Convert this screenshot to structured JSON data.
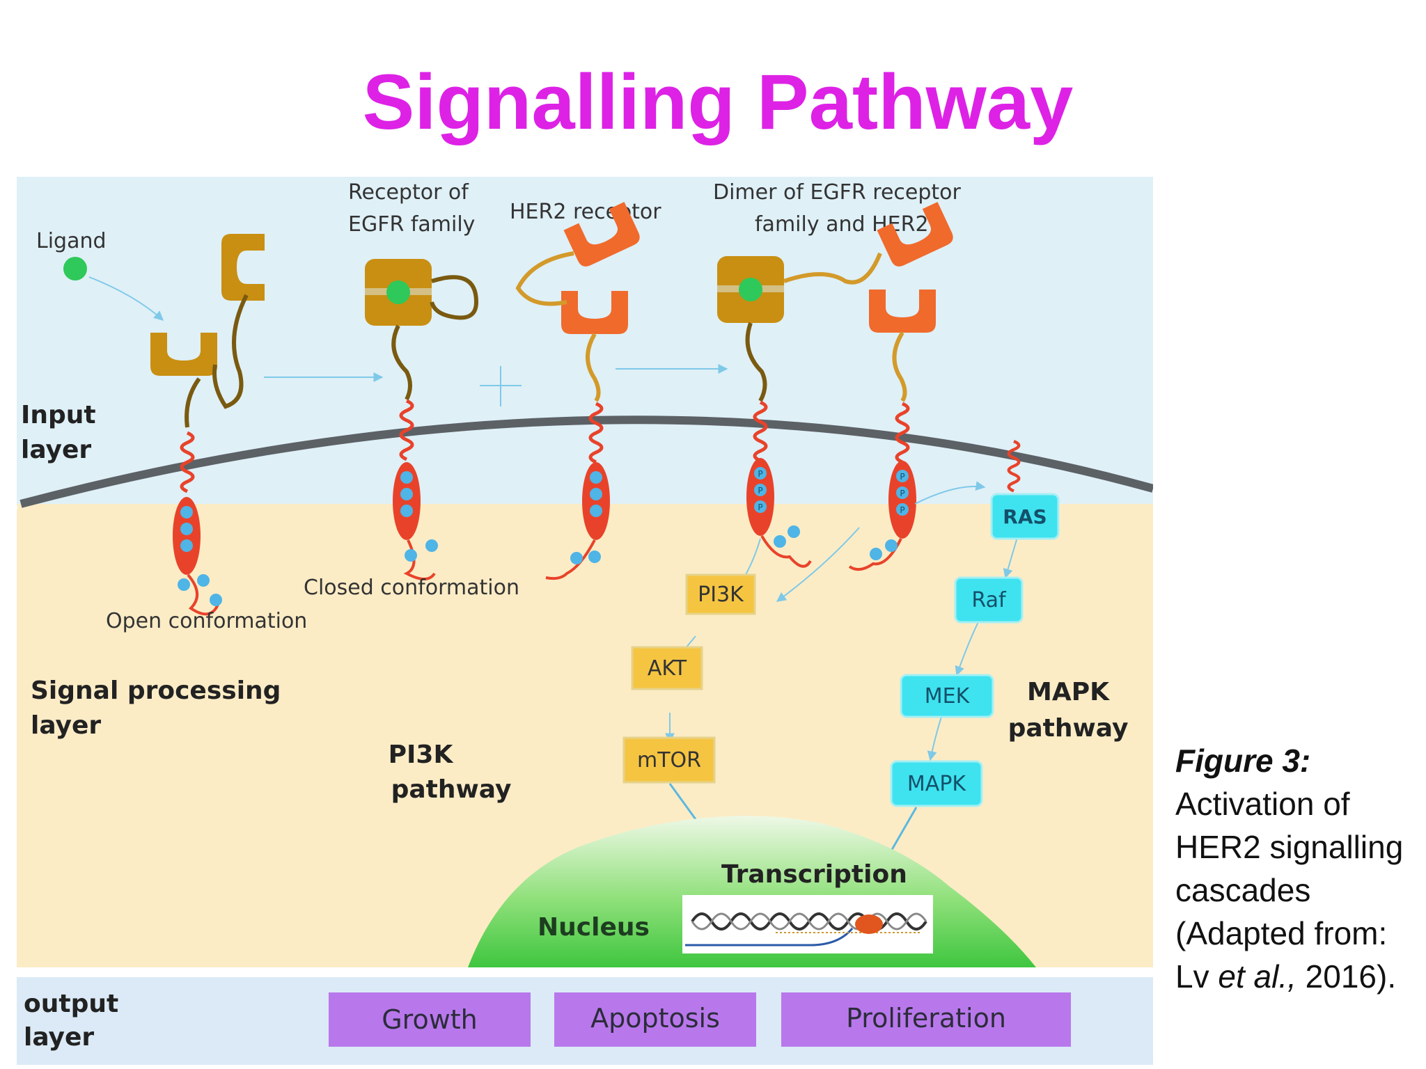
{
  "title": "Signalling Pathway",
  "labels": {
    "ligand": "Ligand",
    "receptor_egfr": [
      "Receptor of",
      "EGFR family"
    ],
    "her2_receptor": "HER2 receptor",
    "dimer": [
      "Dimer of EGFR receptor",
      "family and HER2"
    ],
    "input_layer": [
      "Input",
      "layer"
    ],
    "closed_conformation": "Closed conformation",
    "open_conformation": "Open conformation",
    "signal_processing_layer": [
      "Signal processing",
      "layer"
    ],
    "pi3k_pathway": [
      "PI3K",
      "pathway"
    ],
    "mapk_pathway": [
      "MAPK",
      "pathway"
    ],
    "transcription": "Transcription",
    "nucleus": "Nucleus",
    "output_layer": [
      "output",
      "layer"
    ],
    "phospho": "P"
  },
  "pi3k_boxes": [
    "PI3K",
    "AKT",
    "mTOR"
  ],
  "mapk_boxes": [
    "RAS",
    "Raf",
    "MEK",
    "MAPK"
  ],
  "outputs": [
    "Growth",
    "Apoptosis",
    "Proliferation"
  ],
  "caption": {
    "title": "Figure 3:",
    "line1": "Activation of",
    "line2": "HER2 signalling",
    "line3": "cascades",
    "line4": "(Adapted from:",
    "author": "Lv ",
    "etal": "et al.,",
    "year": " 2016)."
  },
  "colors": {
    "title": "#dd22e6",
    "input_bg": "#dff0f7",
    "processing_bg": "#fbecc6",
    "output_bg": "#dbeaf6",
    "egfr": "#c98f12",
    "her2": "#f06a2c",
    "tm_helix": "#e8432a",
    "ligand": "#2fc85a",
    "phospho_dot": "#4fb4e6",
    "pi3k_box": "#f5c542",
    "mapk_box": "#3fe3ef",
    "nucleus": "#5cd25c",
    "output_box": "#b878ec"
  }
}
